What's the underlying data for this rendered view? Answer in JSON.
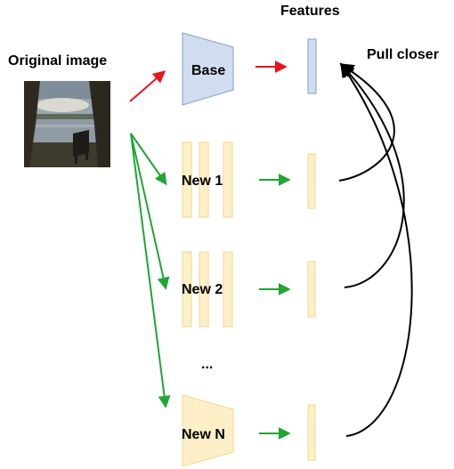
{
  "labels": {
    "original_image": "Original image",
    "features": "Features",
    "pull_closer": "Pull closer",
    "base": "Base",
    "new1": "New 1",
    "new2": "New 2",
    "ellipsis": "...",
    "newN": "New N"
  },
  "colors": {
    "base_fill": "#d0dcf0",
    "base_stroke": "#7f9fce",
    "new_fill": "#fdf0c8",
    "new_stroke": "#f2d58a",
    "red_arrow": "#e8141b",
    "green_arrow": "#21a534",
    "black_arrow": "#000000"
  },
  "image_content": {
    "subject": "lakeside scene with tree and bench",
    "icon": "photo-thumbnail"
  }
}
